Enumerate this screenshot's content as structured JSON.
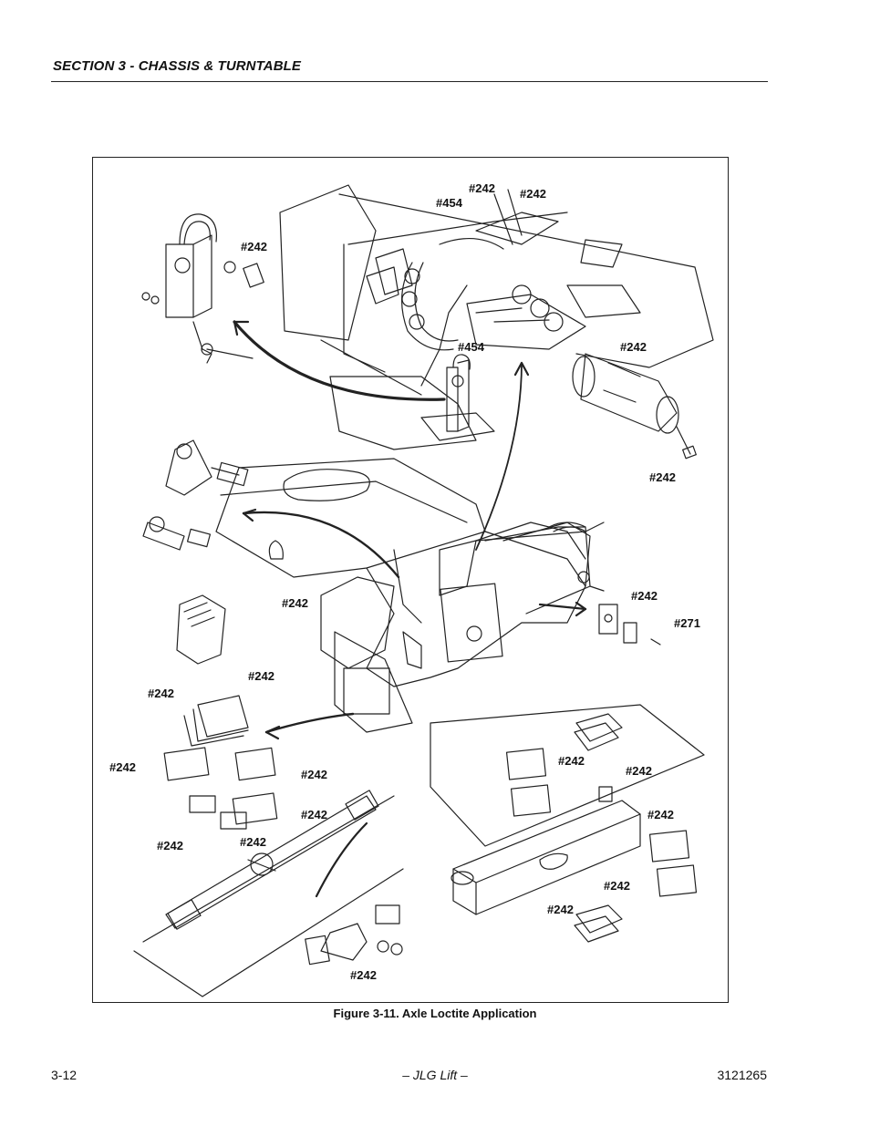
{
  "header": {
    "section_title": "SECTION 3 - CHASSIS & TURNTABLE"
  },
  "figure": {
    "caption": "Figure 3-11.  Axle Loctite Application",
    "callouts": [
      {
        "id": "c1",
        "text": "#242"
      },
      {
        "id": "c2",
        "text": "#242"
      },
      {
        "id": "c3",
        "text": "#454"
      },
      {
        "id": "c4",
        "text": "#242"
      },
      {
        "id": "c5",
        "text": "#454"
      },
      {
        "id": "c6",
        "text": "#242"
      },
      {
        "id": "c7",
        "text": "#242"
      },
      {
        "id": "c8",
        "text": "#242"
      },
      {
        "id": "c9",
        "text": "#242"
      },
      {
        "id": "c10",
        "text": "#271"
      },
      {
        "id": "c11",
        "text": "#242"
      },
      {
        "id": "c12",
        "text": "#242"
      },
      {
        "id": "c13",
        "text": "#242"
      },
      {
        "id": "c14",
        "text": "#242"
      },
      {
        "id": "c15",
        "text": "#242"
      },
      {
        "id": "c16",
        "text": "#242"
      },
      {
        "id": "c17",
        "text": "#242"
      },
      {
        "id": "c18",
        "text": "#242"
      },
      {
        "id": "c19",
        "text": "#242"
      },
      {
        "id": "c20",
        "text": "#242"
      },
      {
        "id": "c21",
        "text": "#242"
      },
      {
        "id": "c22",
        "text": "#242"
      },
      {
        "id": "c23",
        "text": "#242"
      }
    ]
  },
  "footer": {
    "page_number": "3-12",
    "center_text": "– JLG Lift –",
    "doc_number": "3121265"
  }
}
